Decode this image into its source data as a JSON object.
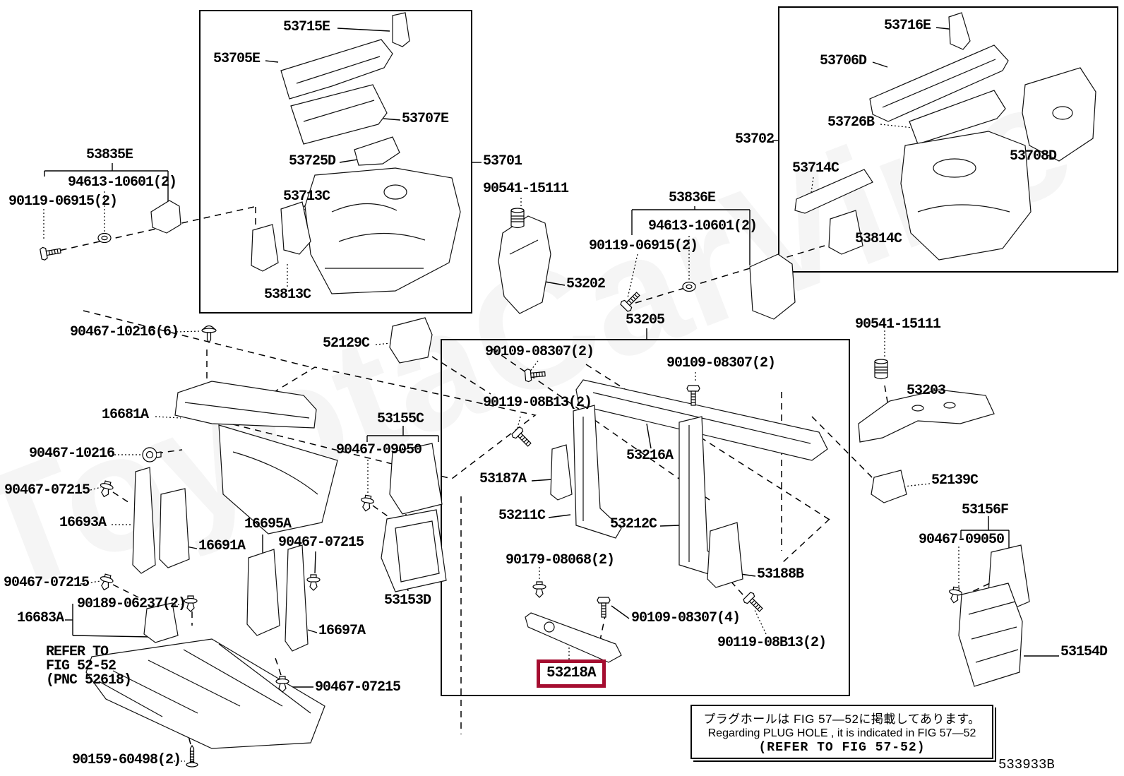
{
  "diagram": {
    "code": "533933B",
    "watermark": "ToyotaCarVine",
    "highlight_color": "#A50D30",
    "note_box": {
      "jp": "プラグホールは FIG 57—52に掲載してあります。",
      "en": "Regarding PLUG HOLE , it is indicated in FIG 57—52",
      "ref": "(REFER TO FIG 57-52)"
    },
    "refer_note": {
      "line1": "REFER TO",
      "line2": "FIG 52-52",
      "line3": "(PNC 52618)"
    },
    "labels": [
      {
        "text": "53835E"
      },
      {
        "text": "94613-10601(2)"
      },
      {
        "text": "90119-06915(2)"
      },
      {
        "text": "53715E"
      },
      {
        "text": "53705E"
      },
      {
        "text": "53707E"
      },
      {
        "text": "53725D"
      },
      {
        "text": "53701"
      },
      {
        "text": "53713C"
      },
      {
        "text": "53813C"
      },
      {
        "text": "53716E"
      },
      {
        "text": "53706D"
      },
      {
        "text": "53726B"
      },
      {
        "text": "53702"
      },
      {
        "text": "53714C"
      },
      {
        "text": "53708D"
      },
      {
        "text": "53814C"
      },
      {
        "text": "90541-15111"
      },
      {
        "text": "53836E"
      },
      {
        "text": "94613-10601(2)"
      },
      {
        "text": "90119-06915(2)"
      },
      {
        "text": "53202"
      },
      {
        "text": "53205"
      },
      {
        "text": "52129C"
      },
      {
        "text": "90109-08307(2)"
      },
      {
        "text": "90109-08307(2)"
      },
      {
        "text": "90119-08B13(2)"
      },
      {
        "text": "53216A"
      },
      {
        "text": "53187A"
      },
      {
        "text": "53155C"
      },
      {
        "text": "90467-09050"
      },
      {
        "text": "53153D"
      },
      {
        "text": "53211C"
      },
      {
        "text": "53212C"
      },
      {
        "text": "90179-08068(2)"
      },
      {
        "text": "53188B"
      },
      {
        "text": "90109-08307(4)"
      },
      {
        "text": "90119-08B13(2)"
      },
      {
        "text": "53218A"
      },
      {
        "text": "90467-10216(6)"
      },
      {
        "text": "16681A"
      },
      {
        "text": "90467-10216"
      },
      {
        "text": "90467-07215"
      },
      {
        "text": "16693A"
      },
      {
        "text": "16695A"
      },
      {
        "text": "16691A"
      },
      {
        "text": "90467-07215"
      },
      {
        "text": "90467-07215"
      },
      {
        "text": "90189-06237(2)"
      },
      {
        "text": "16683A"
      },
      {
        "text": "16697A"
      },
      {
        "text": "90467-07215"
      },
      {
        "text": "90159-60498(2)"
      },
      {
        "text": "90541-15111"
      },
      {
        "text": "53203"
      },
      {
        "text": "52139C"
      },
      {
        "text": "53156F"
      },
      {
        "text": "90467-09050"
      },
      {
        "text": "53154D"
      }
    ]
  }
}
